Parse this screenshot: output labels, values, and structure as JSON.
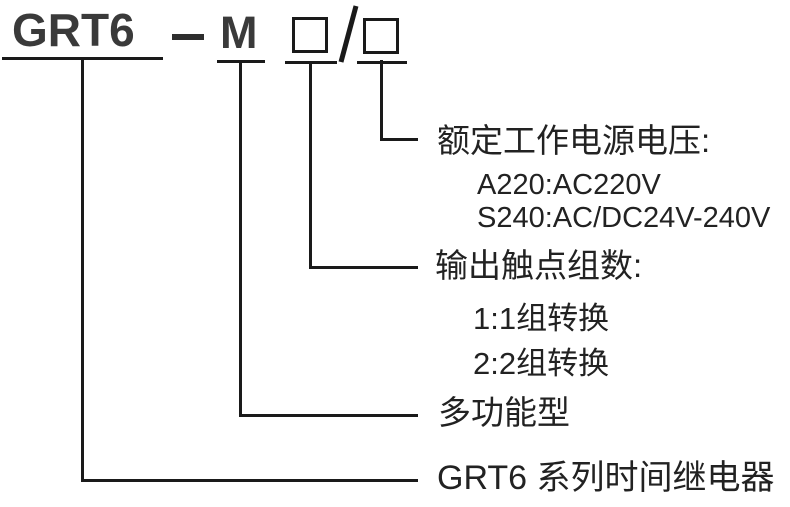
{
  "code": {
    "series": "GRT6",
    "separator": "—",
    "type_letter": "M",
    "placeholder_contacts": "□",
    "slash": "/",
    "placeholder_voltage": "□"
  },
  "annotations": {
    "voltage": {
      "label": "额定工作电源电压:",
      "options": [
        "A220:AC220V",
        "S240:AC/DC24V-240V"
      ]
    },
    "contacts": {
      "label": "输出触点组数:",
      "options": [
        "1:1组转换",
        "2:2组转换"
      ]
    },
    "function": {
      "label": "多功能型"
    },
    "series_name": {
      "label": "GRT6 系列时间继电器"
    }
  },
  "colors": {
    "background": "#ffffff",
    "text": "#222222",
    "code_text": "#3a3a3a",
    "line": "#1a1a1a"
  }
}
